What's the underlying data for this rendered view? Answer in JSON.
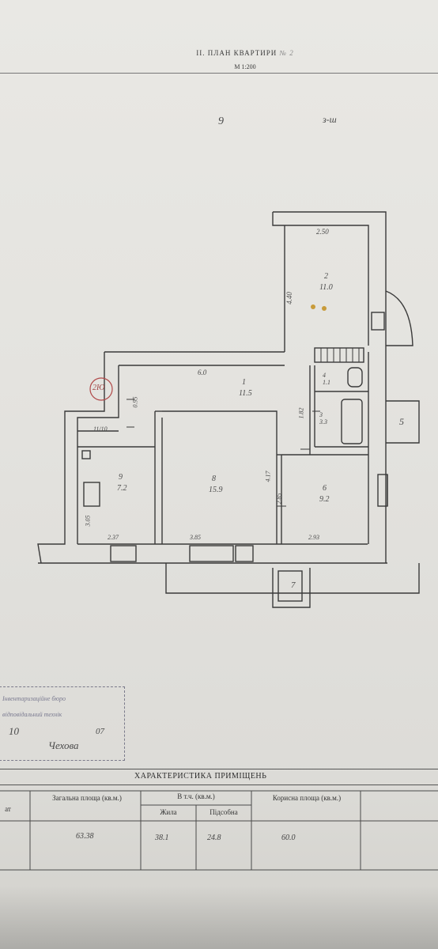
{
  "header": {
    "title": "II. ПЛАН КВАРТИРИ",
    "title_hand": "№ 2",
    "scale": "М 1:200"
  },
  "handwritten_top": {
    "floor_mark": "9",
    "corner_mark": "з-ш"
  },
  "floor_plan": {
    "rooms": [
      {
        "id": "hall",
        "num": "1",
        "area": "11.5"
      },
      {
        "id": "loggia",
        "num": "2",
        "area": "11.0"
      },
      {
        "id": "bath",
        "num": "3",
        "area": "3.3"
      },
      {
        "id": "wc",
        "num": "4",
        "area": "1.1"
      },
      {
        "id": "storage",
        "num": "5",
        "area": ""
      },
      {
        "id": "room6",
        "num": "6",
        "area": "9.2"
      },
      {
        "id": "balcony",
        "num": "7",
        "area": ""
      },
      {
        "id": "room8",
        "num": "8",
        "area": "15.9"
      },
      {
        "id": "kitchen",
        "num": "9",
        "area": "7.2"
      }
    ],
    "dimensions": {
      "loggia_top": "2.50",
      "loggia_side": "4.40",
      "hall_top": "6.0",
      "hall_left": "0.95",
      "hall_right": "1.82",
      "closet": "11/10",
      "kitchen_side": "3.05",
      "kitchen_bottom": "2.37",
      "room8_bottom": "3.85",
      "room8_side": "4.17",
      "room6_side": "2.85",
      "room6_bottom": "2.93"
    },
    "circle_label": "2Ю"
  },
  "stamp": {
    "line1": "Інвентаризаційне бюро",
    "line2": "відповідальний технік",
    "line3_hand": "10",
    "line3_right": "07",
    "signature": "Чехова"
  },
  "characteristics": {
    "title": "ХАРАКТЕРИСТИКА ПРИМІЩЕНЬ",
    "col_left_partial": "ат",
    "col_total": "Загальна площа (кв.м.)",
    "col_incl": "В т.ч. (кв.м.)",
    "col_living": "Жила",
    "col_aux": "Підсобна",
    "col_useful": "Корисна площа (кв.м.)",
    "val_total": "63.38",
    "val_living": "38.1",
    "val_aux": "24.8",
    "val_useful": "60.0"
  }
}
